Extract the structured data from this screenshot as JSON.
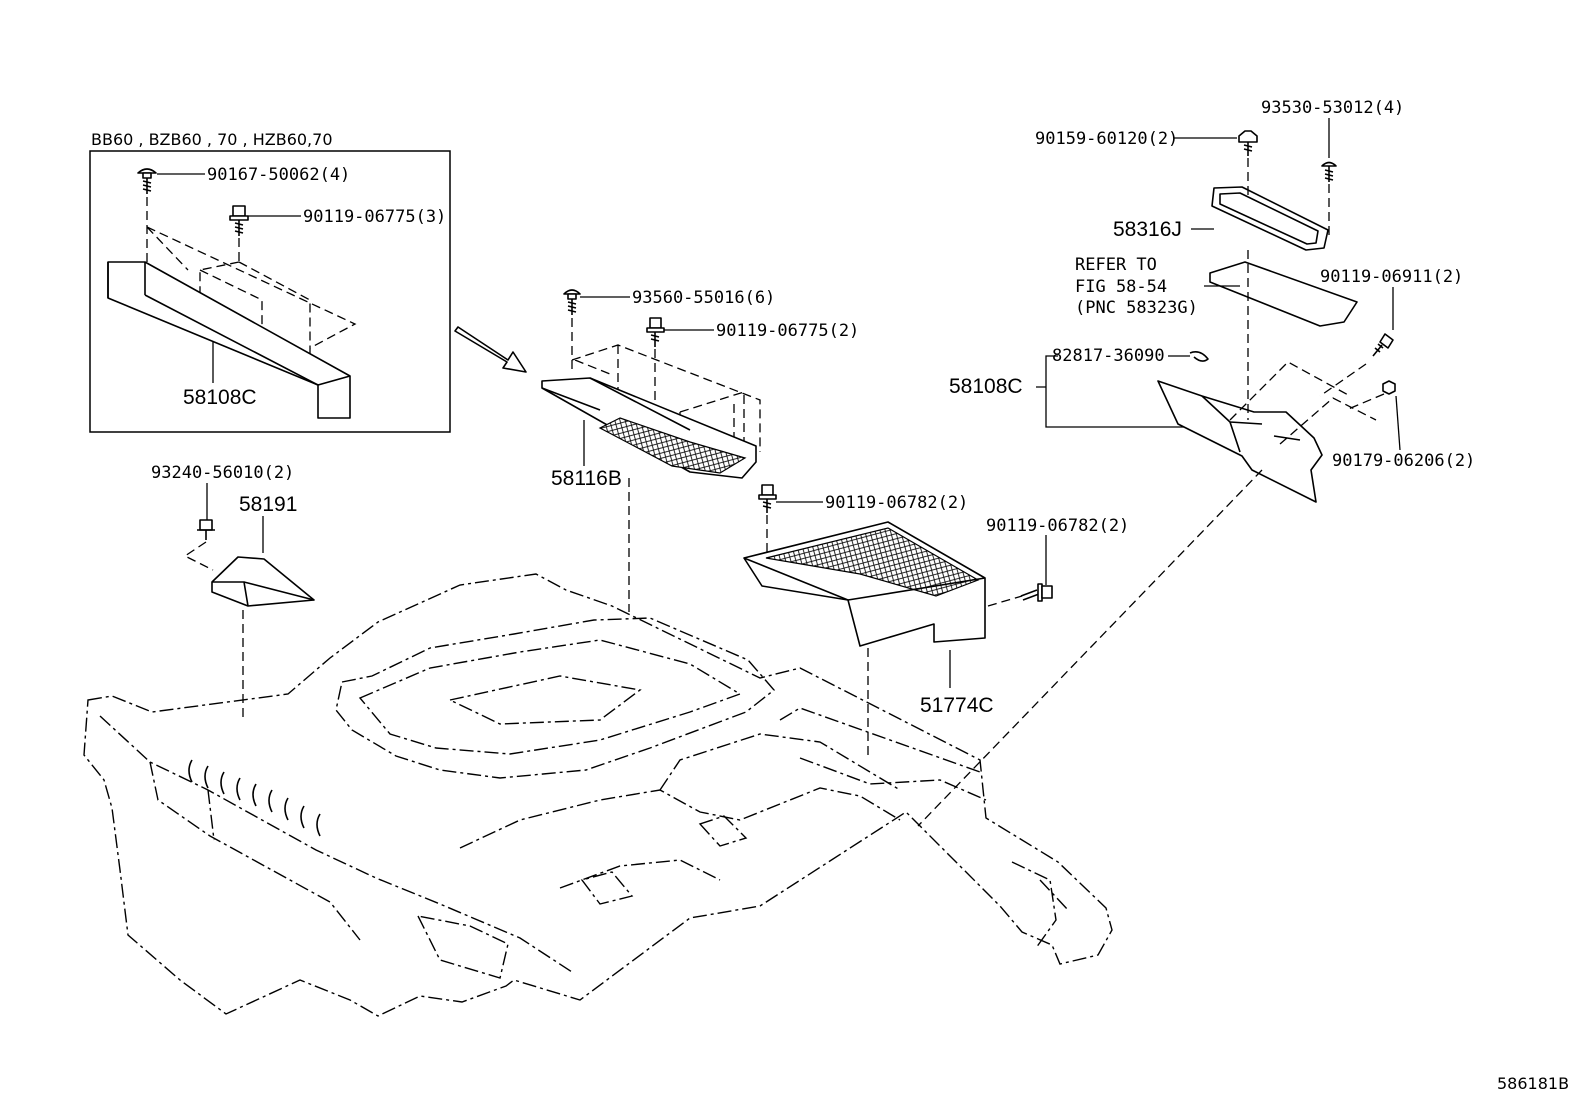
{
  "figure_id": "586181B",
  "inset": {
    "models": "BB60 , BZB60 , 70 , HZB60,70",
    "parts": {
      "screw": "90167-50062(4)",
      "bolt": "90119-06775(3)",
      "panel": "58108C"
    }
  },
  "labels": {
    "p93560": "93560-55016(6)",
    "p90119_06775": "90119-06775(2)",
    "p58116B": "58116B",
    "p90119_06782_top": "90119-06782(2)",
    "p90119_06782_right": "90119-06782(2)",
    "p51774C": "51774C",
    "p93240": "93240-56010(2)",
    "p58191": "58191",
    "p90159": "90159-60120(2)",
    "p93530": "93530-53012(4)",
    "p58316J": "58316J",
    "refer_line1": "REFER TO",
    "refer_line2": "FIG 58-54",
    "refer_line3": "(PNC 58323G)",
    "p90119_06911": "90119-06911(2)",
    "p82817": "82817-36090",
    "p58108C": "58108C",
    "p90179": "90179-06206(2)"
  }
}
